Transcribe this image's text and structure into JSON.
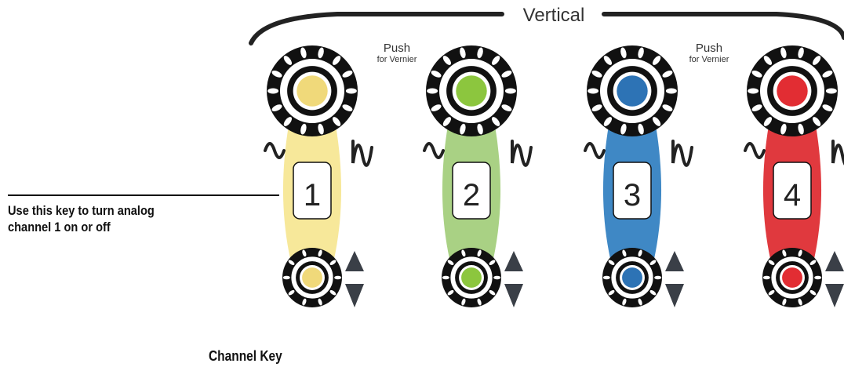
{
  "header": {
    "title": "Vertical"
  },
  "push_labels": [
    {
      "main": "Push",
      "sub": "for Vernier"
    },
    {
      "main": "Push",
      "sub": "for Vernier"
    }
  ],
  "callout": {
    "text": "Use this key to turn analog channel 1 on or off"
  },
  "caption": {
    "text": "Channel Key"
  },
  "channels": [
    {
      "number": "1",
      "color": "#f5e27a",
      "band": "#f7e89a",
      "knob": "#f0d97a"
    },
    {
      "number": "2",
      "color": "#a5cf7e",
      "band": "#a9d184",
      "knob": "#8cc63e"
    },
    {
      "number": "3",
      "color": "#3f88c5",
      "band": "#3f88c5",
      "knob": "#2d73b5"
    },
    {
      "number": "4",
      "color": "#e0393e",
      "band": "#e0393e",
      "knob": "#e22d33"
    }
  ]
}
